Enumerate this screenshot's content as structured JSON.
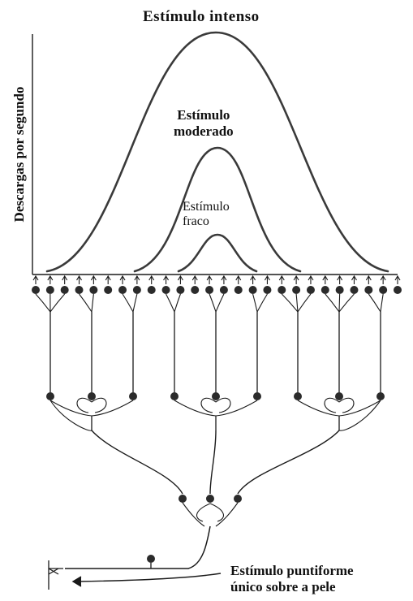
{
  "labels": {
    "intense_stimulus": "Estímulo intenso",
    "moderate_stimulus_line1": "Estímulo",
    "moderate_stimulus_line2": "moderado",
    "weak_stimulus_line1": "Estímulo",
    "weak_stimulus_line2": "fraco",
    "y_axis": "Descargas por segundo",
    "point_stimulus_line1": "Estímulo puntiforme",
    "point_stimulus_line2": "único sobre a pele"
  },
  "diagram": {
    "curves": [
      "intense",
      "moderate",
      "weak"
    ],
    "cortical_neuron_count": 26,
    "second_order_group_count": 3,
    "second_order_per_group": 3,
    "third_level_neuron_count": 3,
    "receptor_neuron_count": 1,
    "line_color": "#1a1a1a",
    "neuron_fill": "#2b2b2b"
  }
}
